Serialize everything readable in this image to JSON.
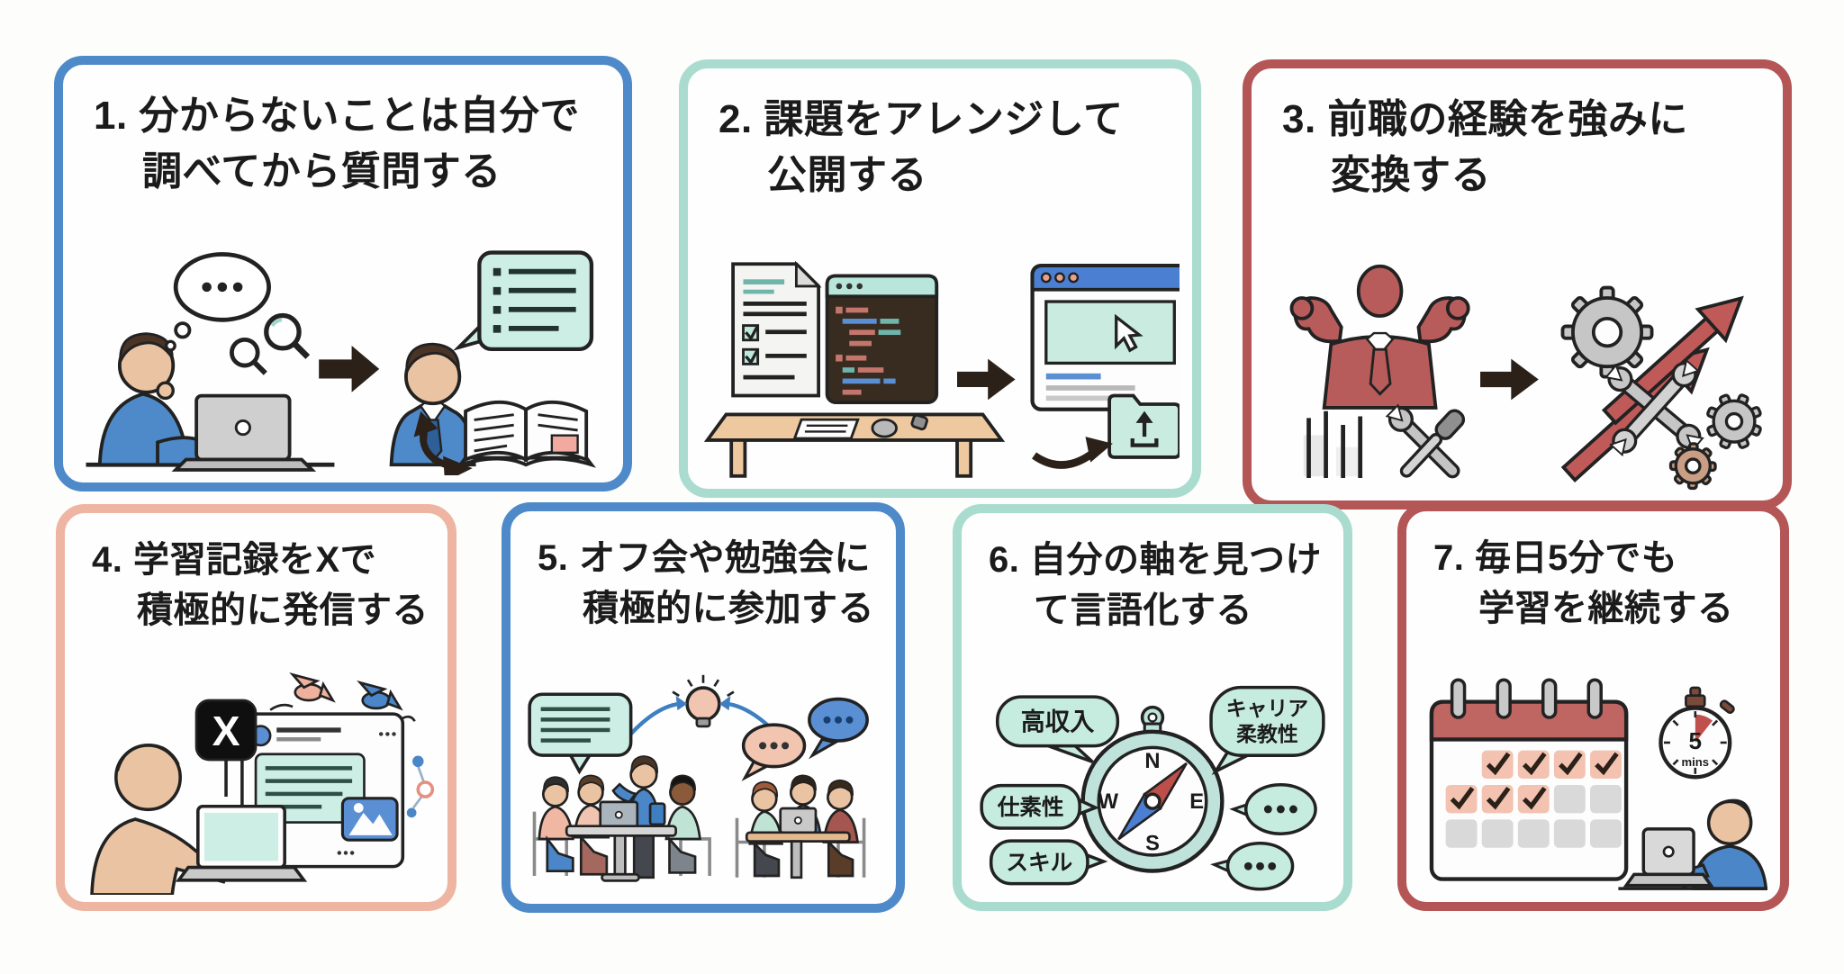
{
  "page": {
    "background": "#fdfdfb",
    "card_background": "#fefefe",
    "title_color": "#1b1b1b",
    "outline_color": "#222222"
  },
  "cards": [
    {
      "number": 1,
      "accent_color": "#4e8ac9",
      "title_line1": "1. 分からないことは自分で",
      "title_line2": "調べてから質問する"
    },
    {
      "number": 2,
      "accent_color": "#a9dcce",
      "title_line1": "2. 課題をアレンジして",
      "title_line2": "公開する"
    },
    {
      "number": 3,
      "accent_color": "#b45556",
      "title_line1": "3. 前職の経験を強みに",
      "title_line2": "変換する"
    },
    {
      "number": 4,
      "accent_color": "#efb5a3",
      "title_line1": "4. 学習記録をXで",
      "title_line2": "積極的に発信する"
    },
    {
      "number": 5,
      "accent_color": "#4e8ac9",
      "title_line1": "5. オフ会や勉強会に",
      "title_line2": "積極的に参加する"
    },
    {
      "number": 6,
      "accent_color": "#a9dcce",
      "title_line1": "6. 自分の軸を見つけ",
      "title_line2": "て言語化する"
    },
    {
      "number": 7,
      "accent_color": "#b45556",
      "title_line1": "7. 毎日5分でも",
      "title_line2": "学習を継続する"
    }
  ],
  "card4_illustration": {
    "x_logo_text": "X",
    "x_logo_background": "#0f0f0f"
  },
  "card6_illustration": {
    "bubble_high_income": "高収入",
    "bubble_career_line1": "キャリア",
    "bubble_career_line2": "柔教性",
    "bubble_work": "仕素性",
    "bubble_skill": "スキル",
    "compass_north": "N",
    "compass_east": "E",
    "compass_south": "S",
    "compass_west": "W"
  },
  "card7_illustration": {
    "stopwatch_value": "5",
    "stopwatch_unit": "mins"
  }
}
